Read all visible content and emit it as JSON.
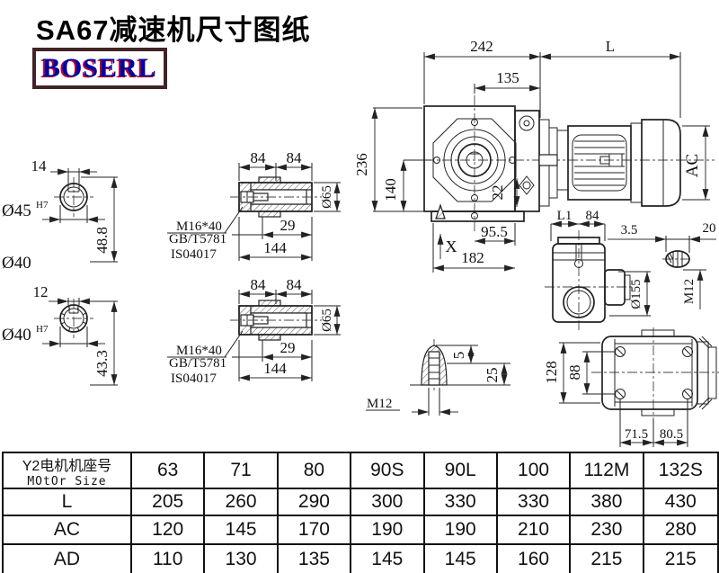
{
  "title": "SA67减速机尺寸图纸",
  "logo": "BOSERL",
  "colors": {
    "line": "#222222",
    "logo_blue": "#0000a6",
    "logo_red": "#c00020",
    "logo_border": "#402426"
  },
  "front": {
    "w242": "242",
    "wL": "L",
    "w135": "135",
    "h236": "236",
    "h140": "140",
    "h22": "22",
    "hAC": "AC",
    "w95_5": "95.5",
    "w182": "182",
    "x": "X"
  },
  "shaft45": {
    "w14": "14",
    "dia": "Ø45",
    "fit": "H7",
    "h48_8": "48.8"
  },
  "dia40_note": "Ø40",
  "shaft40": {
    "w12": "12",
    "dia": "Ø40",
    "fit": "H7",
    "h43_3": "43.3"
  },
  "bushing1": {
    "w84a": "84",
    "w84b": "84",
    "w29": "29",
    "w144": "144",
    "dia65": "Ø65",
    "bolt": "M16*40",
    "std1": "GB/T5781",
    "std2": "IS04017"
  },
  "bushing2": {
    "w84a": "84",
    "w84b": "84",
    "w29": "29",
    "w144": "144",
    "dia65": "Ø65",
    "bolt": "M16*40",
    "std1": "GB/T5781",
    "std2": "IS04017"
  },
  "plug": {
    "h5": "5",
    "h25": "25",
    "thread": "M12"
  },
  "side": {
    "L1": "L1",
    "w84": "84",
    "dia155": "Ø155",
    "w3_5": "3.5",
    "w20": "20",
    "thread": "M12"
  },
  "top": {
    "h128": "128",
    "h88": "88",
    "w71_5": "71.5",
    "w80_5": "80.5"
  },
  "table": {
    "header_cn": "Y2电机机座号",
    "header_en": "MOtOr Size",
    "cols": [
      "63",
      "71",
      "80",
      "90S",
      "90L",
      "100",
      "112M",
      "132S"
    ],
    "rows": [
      {
        "label": "L",
        "values": [
          "205",
          "260",
          "290",
          "300",
          "330",
          "330",
          "380",
          "430"
        ]
      },
      {
        "label": "AC",
        "values": [
          "120",
          "145",
          "170",
          "190",
          "190",
          "210",
          "230",
          "280"
        ]
      },
      {
        "label": "AD",
        "values": [
          "110",
          "130",
          "135",
          "145",
          "145",
          "160",
          "215",
          "215"
        ]
      }
    ]
  }
}
